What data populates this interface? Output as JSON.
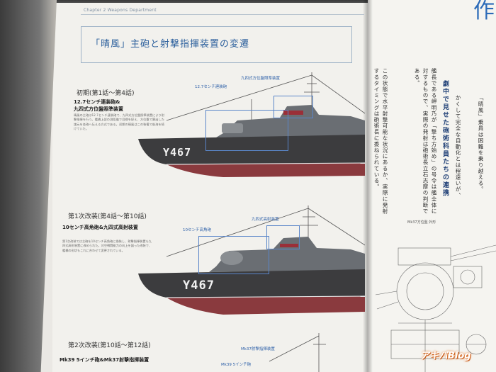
{
  "running_head": "Chapter 2 Weapons Department",
  "title": "「晴風」主砲と射撃指揮装置の変遷",
  "sections": [
    {
      "phase": "初期(第1話〜第4話)",
      "gear": "12.7センチ連装砲&\n九四式方位盤照準装置",
      "body": "晴風の主砲は12.7センチ連装砲で、九四式方位盤照準装置により射撃指揮を行う。艦橋上部の測距儀で目標を捉え、方位盤で算出した諸元を各砲へ伝える方式である。初期の晴風はこの装備で航海を続けていた。",
      "labels": [
        "12.7センチ連装砲",
        "九四式方位盤照準装置"
      ],
      "hull": "Y467"
    },
    {
      "phase": "第1次改装(第4話〜第10話)",
      "gear": "10センチ高角砲&九四式高射装置",
      "body": "第1次改装では主砲を10センチ高角砲に換装し、射撃指揮装置も九四式高射装置に改められた。対空戦闘能力の向上を図った改装で、艦橋の形状もこれに合わせて変更されている。",
      "labels": [
        "10センチ高角砲",
        "九四式高射装置"
      ],
      "hull": "Y467"
    },
    {
      "phase": "第2次改装(第10話〜第12話)",
      "gear": "Mk39 5インチ砲&Mk37射撃指揮装置",
      "labels": [
        "Mk37射撃指揮装置",
        "Mk39 5インチ砲"
      ]
    }
  ],
  "right_page": {
    "head_glyph": "作",
    "column_title": "劇中で見せた砲術科員たちの連携",
    "col1": "この状態で水平射撃可能な状況にあるか、実際に発射するタイミングは砲術長に委ねられている。",
    "col2": "艦長である岬明乃が「撃ち方始め」の号令は艦全体に対するもので、実際の発射は砲術長立石志摩の判断である。",
    "col3": "かくして完全な自動化とは程遠いが、",
    "col4": "「晴風」乗員は困難を乗り越える。",
    "figure_caption": "Mk37方位盤 外形"
  },
  "watermark": "アキバBlog",
  "colors": {
    "accent": "#2c5fa8",
    "hull": "#3c3c3e",
    "hull_red": "#8a3a3e"
  }
}
